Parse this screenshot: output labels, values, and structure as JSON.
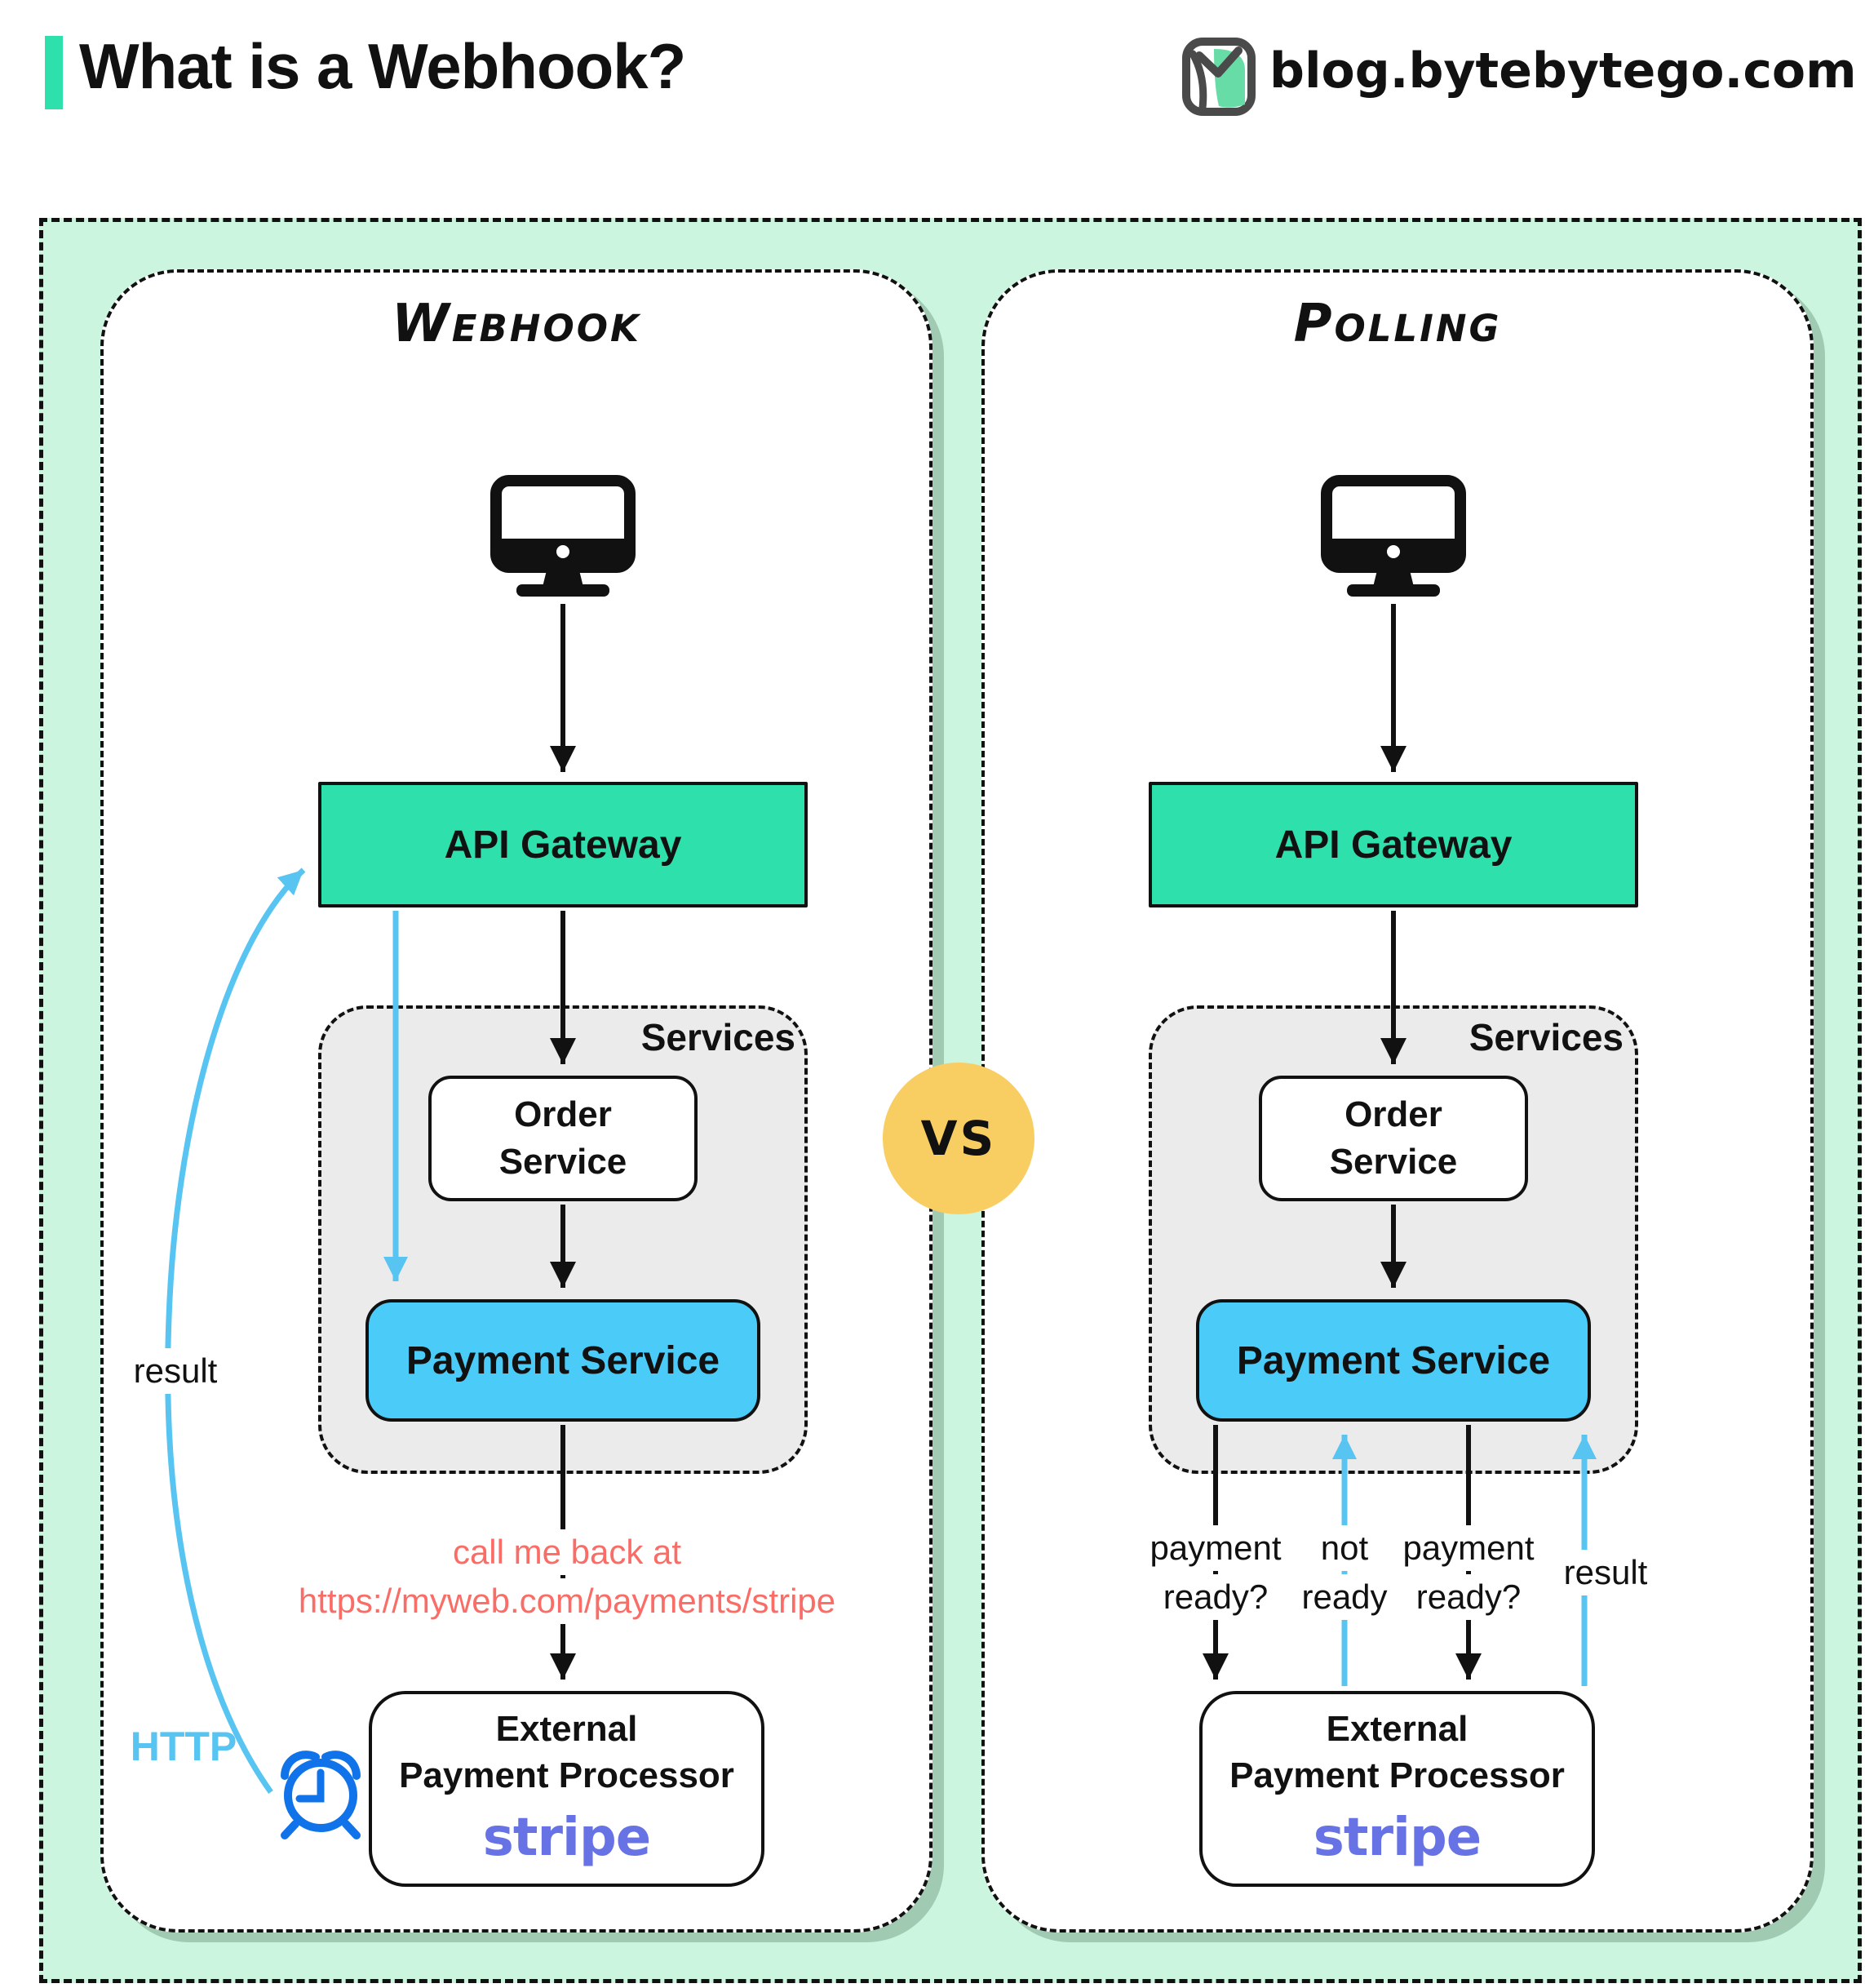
{
  "header": {
    "title": "What is a Webhook?",
    "site": "blog.bytebytego.com"
  },
  "vs_label": "VS",
  "colors": {
    "accent_teal": "#2ee0ac",
    "mint_background": "#ccf5e0",
    "services_gray": "#ebebeb",
    "payment_blue": "#4bccf8",
    "arrow_blue": "#58c4f2",
    "clock_blue": "#1173e9",
    "vs_yellow": "#f8cd62",
    "callback_red": "#fa6d66",
    "stripe_purple": "#6772e5",
    "logo_green": "#68dca7"
  },
  "icons": {
    "logo": "bytebytego-owl-logo",
    "client": "desktop-monitor-icon",
    "timer": "alarm-clock-icon"
  },
  "panels": [
    {
      "title": "Webhook",
      "client": "desktop computer",
      "api_gateway": "API Gateway",
      "services_label": "Services",
      "order_service": {
        "line1": "Order",
        "line2": "Service"
      },
      "payment_service": "Payment Service",
      "external": {
        "line1": "External",
        "line2": "Payment Processor",
        "brand": "stripe"
      },
      "annotations": {
        "result": "result",
        "http": "HTTP",
        "callback_line1": "call me back at",
        "callback_line2": "https://myweb.com/payments/stripe"
      }
    },
    {
      "title": "Polling",
      "client": "desktop computer",
      "api_gateway": "API Gateway",
      "services_label": "Services",
      "order_service": {
        "line1": "Order",
        "line2": "Service"
      },
      "payment_service": "Payment Service",
      "external": {
        "line1": "External",
        "line2": "Payment Processor",
        "brand": "stripe"
      },
      "annotations": {
        "q1_line1": "payment",
        "q1_line2": "ready?",
        "a1_line1": "not",
        "a1_line2": "ready",
        "q2_line1": "payment",
        "q2_line2": "ready?",
        "result": "result"
      }
    }
  ]
}
